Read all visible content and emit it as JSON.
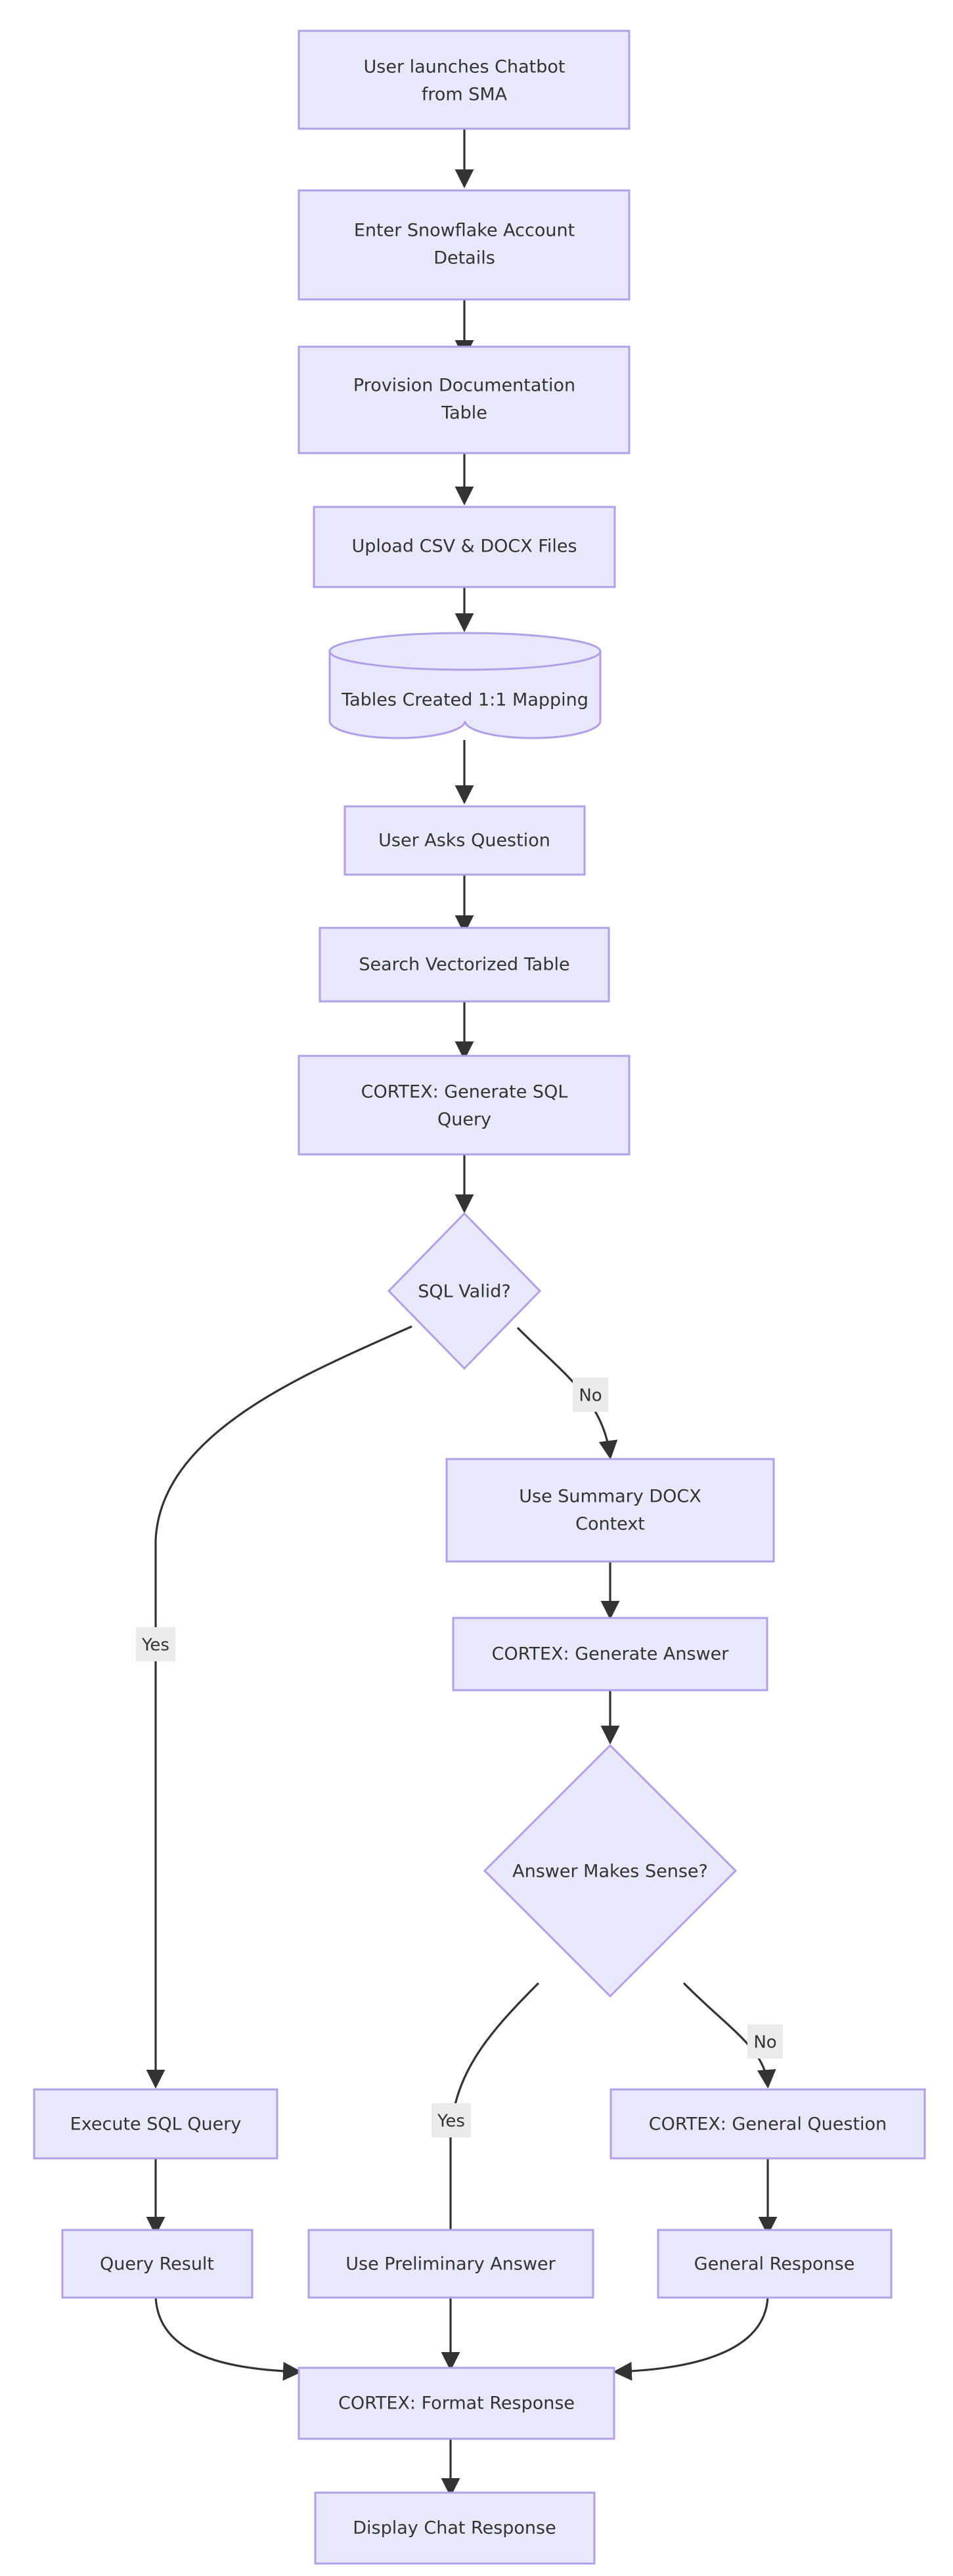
{
  "diagram": {
    "type": "flowchart",
    "direction": "top-to-bottom",
    "theme": {
      "node_fill": "#e9e8fb",
      "node_border": "#b1a0e8",
      "node_text": "#333333",
      "edge_stroke": "#333333",
      "edge_label_background": "#ebebeb",
      "canvas_background": "#ffffff"
    },
    "nodes": [
      {
        "id": "n1",
        "shape": "rectangle",
        "line1": "User launches Chatbot",
        "line2": "from SMA"
      },
      {
        "id": "n2",
        "shape": "rectangle",
        "line1": "Enter Snowflake Account",
        "line2": "Details"
      },
      {
        "id": "n3",
        "shape": "rectangle",
        "line1": "Provision Documentation",
        "line2": "Table"
      },
      {
        "id": "n4",
        "shape": "rectangle",
        "line1": "Upload CSV & DOCX Files",
        "line2": ""
      },
      {
        "id": "n5",
        "shape": "cylinder",
        "line1": "Tables Created 1:1 Mapping",
        "line2": ""
      },
      {
        "id": "n6",
        "shape": "rectangle",
        "line1": "User Asks Question",
        "line2": ""
      },
      {
        "id": "n7",
        "shape": "rectangle",
        "line1": "Search Vectorized Table",
        "line2": ""
      },
      {
        "id": "n8",
        "shape": "rectangle",
        "line1": "CORTEX: Generate SQL",
        "line2": "Query"
      },
      {
        "id": "n9",
        "shape": "diamond",
        "line1": "SQL Valid?",
        "line2": ""
      },
      {
        "id": "n10",
        "shape": "rectangle",
        "line1": "Use Summary DOCX",
        "line2": "Context"
      },
      {
        "id": "n11",
        "shape": "rectangle",
        "line1": "CORTEX: Generate Answer",
        "line2": ""
      },
      {
        "id": "n12",
        "shape": "diamond",
        "line1": "Answer Makes Sense?",
        "line2": ""
      },
      {
        "id": "n13",
        "shape": "rectangle",
        "line1": "Execute SQL Query",
        "line2": ""
      },
      {
        "id": "n14",
        "shape": "rectangle",
        "line1": "CORTEX: General Question",
        "line2": ""
      },
      {
        "id": "n15",
        "shape": "rectangle",
        "line1": "Query Result",
        "line2": ""
      },
      {
        "id": "n16",
        "shape": "rectangle",
        "line1": "Use Preliminary Answer",
        "line2": ""
      },
      {
        "id": "n17",
        "shape": "rectangle",
        "line1": "General Response",
        "line2": ""
      },
      {
        "id": "n18",
        "shape": "rectangle",
        "line1": "CORTEX: Format Response",
        "line2": ""
      },
      {
        "id": "n19",
        "shape": "rectangle",
        "line1": "Display Chat Response",
        "line2": ""
      }
    ],
    "edges": [
      {
        "from": "n1",
        "to": "n2",
        "label": ""
      },
      {
        "from": "n2",
        "to": "n3",
        "label": ""
      },
      {
        "from": "n3",
        "to": "n4",
        "label": ""
      },
      {
        "from": "n4",
        "to": "n5",
        "label": ""
      },
      {
        "from": "n5",
        "to": "n6",
        "label": ""
      },
      {
        "from": "n6",
        "to": "n7",
        "label": ""
      },
      {
        "from": "n7",
        "to": "n8",
        "label": ""
      },
      {
        "from": "n8",
        "to": "n9",
        "label": ""
      },
      {
        "from": "n9",
        "to": "n13",
        "label": "Yes"
      },
      {
        "from": "n9",
        "to": "n10",
        "label": "No"
      },
      {
        "from": "n10",
        "to": "n11",
        "label": ""
      },
      {
        "from": "n11",
        "to": "n12",
        "label": ""
      },
      {
        "from": "n12",
        "to": "n16",
        "label": "Yes"
      },
      {
        "from": "n12",
        "to": "n14",
        "label": "No"
      },
      {
        "from": "n13",
        "to": "n15",
        "label": ""
      },
      {
        "from": "n14",
        "to": "n17",
        "label": ""
      },
      {
        "from": "n15",
        "to": "n18",
        "label": ""
      },
      {
        "from": "n16",
        "to": "n18",
        "label": ""
      },
      {
        "from": "n17",
        "to": "n18",
        "label": ""
      },
      {
        "from": "n18",
        "to": "n19",
        "label": ""
      }
    ]
  }
}
